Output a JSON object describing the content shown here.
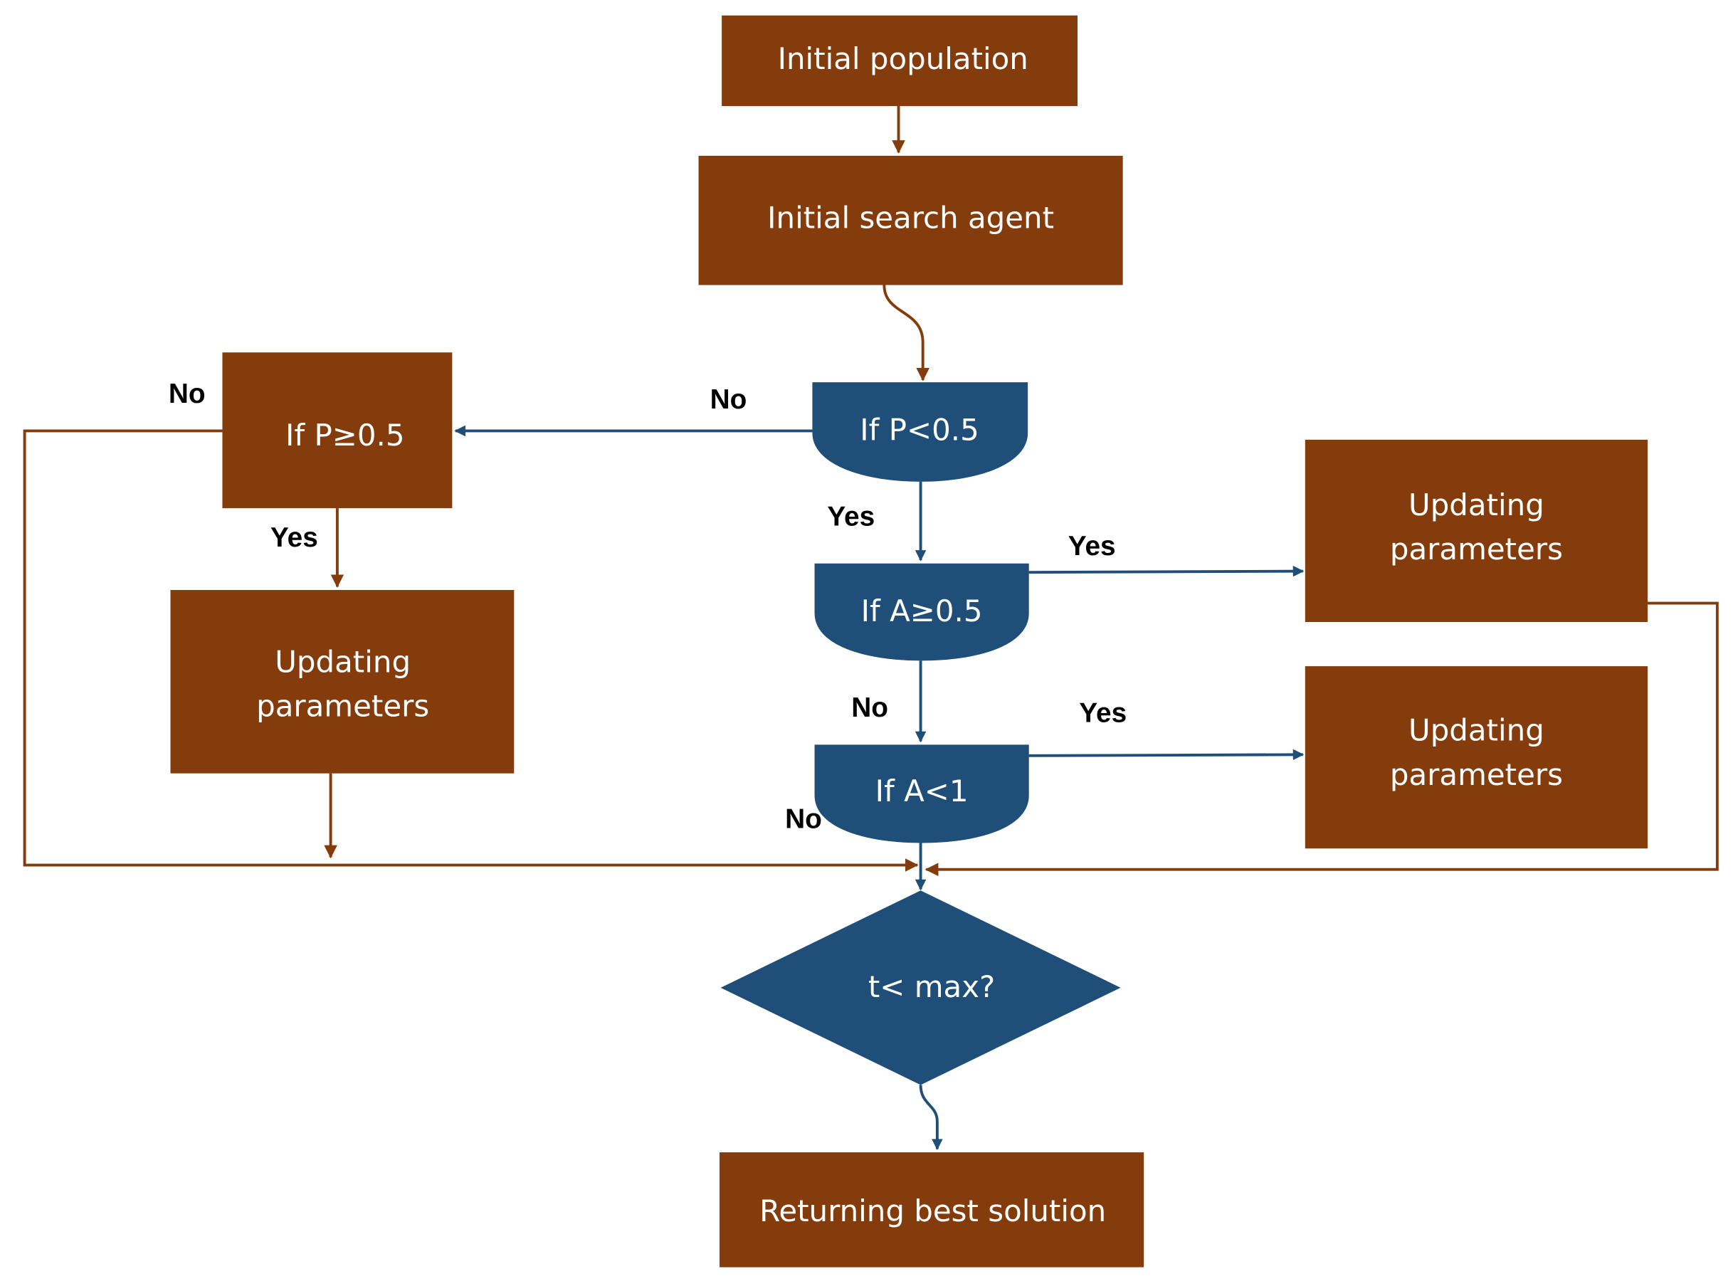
{
  "colors": {
    "process": "#843C0C",
    "decision": "#1F4E79",
    "background": "#FFFFFF"
  },
  "nodes": {
    "initial_population": "Initial population",
    "initial_search_agent": "Initial search agent",
    "if_p_lt": "If P<0.5",
    "if_p_ge": "If P≥0.5",
    "update_left": [
      "Updating",
      "parameters"
    ],
    "if_a_ge": "If A≥0.5",
    "if_a_lt": "If A<1",
    "update_right_1": [
      "Updating",
      "parameters"
    ],
    "update_right_2": [
      "Updating",
      "parameters"
    ],
    "t_max": "t< max?",
    "returning": "Returning best solution"
  },
  "edge_labels": {
    "p_ge_no": "No",
    "p_lt_no": "No",
    "p_lt_yes": "Yes",
    "p_ge_yes": "Yes",
    "a_ge_yes": "Yes",
    "a_ge_no": "No",
    "a_lt_yes": "Yes",
    "a_lt_no": "No"
  }
}
